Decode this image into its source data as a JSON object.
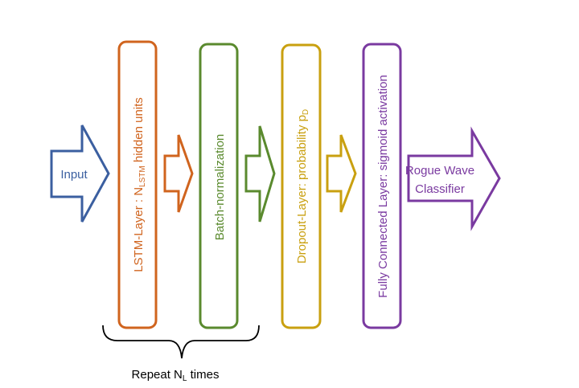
{
  "colors": {
    "input": "#3b5fa0",
    "lstm": "#d0641e",
    "batchnorm": "#5a8a2e",
    "dropout": "#c9a010",
    "dense": "#7a3aa0",
    "text": "#000000"
  },
  "input_arrow": {
    "label": "Input"
  },
  "layers": {
    "lstm": {
      "prefix": "LSTM-Layer : N",
      "sub": "LSTM",
      "suffix": " hidden units"
    },
    "batchnorm": {
      "label": "Batch-normalization"
    },
    "dropout": {
      "prefix": "Dropout-Layer: probability p",
      "sub": "D"
    },
    "dense": {
      "label": "Fully Connected Layer: sigmoid activation"
    }
  },
  "output_arrow": {
    "line1": "Rogue Wave",
    "line2": "Classifier"
  },
  "brace": {
    "prefix": "Repeat N",
    "sub": "L",
    "suffix": " times"
  },
  "icons": [
    "block-arrow-icon",
    "curly-brace-icon"
  ]
}
